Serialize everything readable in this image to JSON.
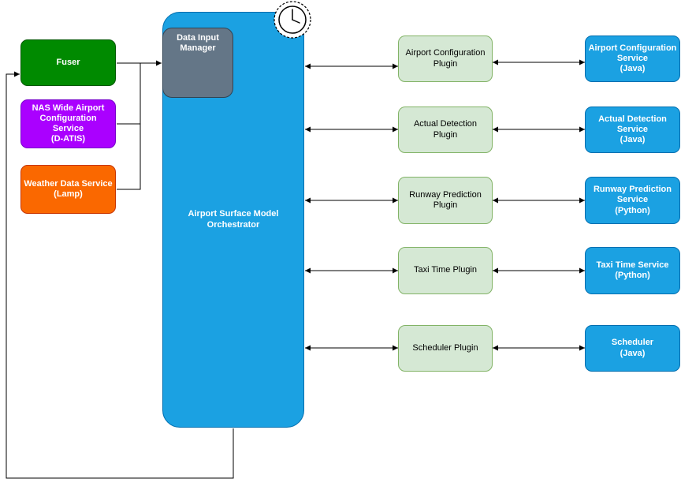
{
  "sources": {
    "fuser": "Fuser",
    "nas": "NAS Wide Airport\nConfiguration\nService\n(D-ATIS)",
    "weather": "Weather Data Service\n(Lamp)"
  },
  "orchestrator": {
    "label": "Airport Surface Model\nOrchestrator",
    "data_input_manager": "Data Input\nManager"
  },
  "plugins": [
    "Airport Configuration\nPlugin",
    "Actual Detection\nPlugin",
    "Runway Prediction\nPlugin",
    "Taxi Time Plugin",
    "Scheduler Plugin"
  ],
  "services": [
    "Airport Configuration\nService\n(Java)",
    "Actual Detection\nService\n(Java)",
    "Runway Prediction\nService\n(Python)",
    "Taxi Time Service\n(Python)",
    "Scheduler\n(Java)"
  ],
  "icons": {
    "clock": "clock-icon"
  },
  "colors": {
    "fuser": "#008a00",
    "nas": "#aa00ff",
    "weather": "#fa6800",
    "orchestrator": "#1ba1e2",
    "data_input_manager": "#647687",
    "plugin": "#d5e8d4",
    "service": "#1ba1e2"
  }
}
